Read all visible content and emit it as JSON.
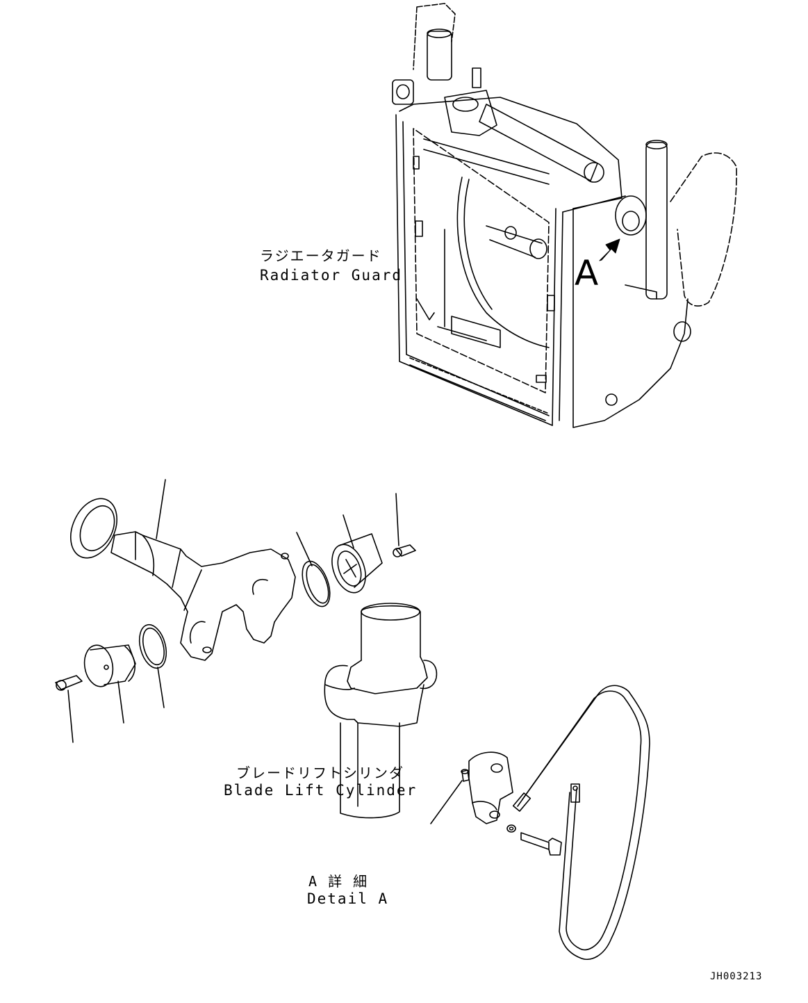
{
  "labels": {
    "radiator_guard_jp": "ラジエータガード",
    "radiator_guard_en": "Radiator Guard",
    "blade_lift_cylinder_jp": "ブレードリフトシリンダ",
    "blade_lift_cylinder_en": "Blade Lift Cylinder",
    "detail_a_jp": "A 詳 細",
    "detail_a_en": "Detail A",
    "callout": "A",
    "drawing_number": "JH003213"
  },
  "colors": {
    "line": "#000000",
    "background": "#ffffff"
  }
}
